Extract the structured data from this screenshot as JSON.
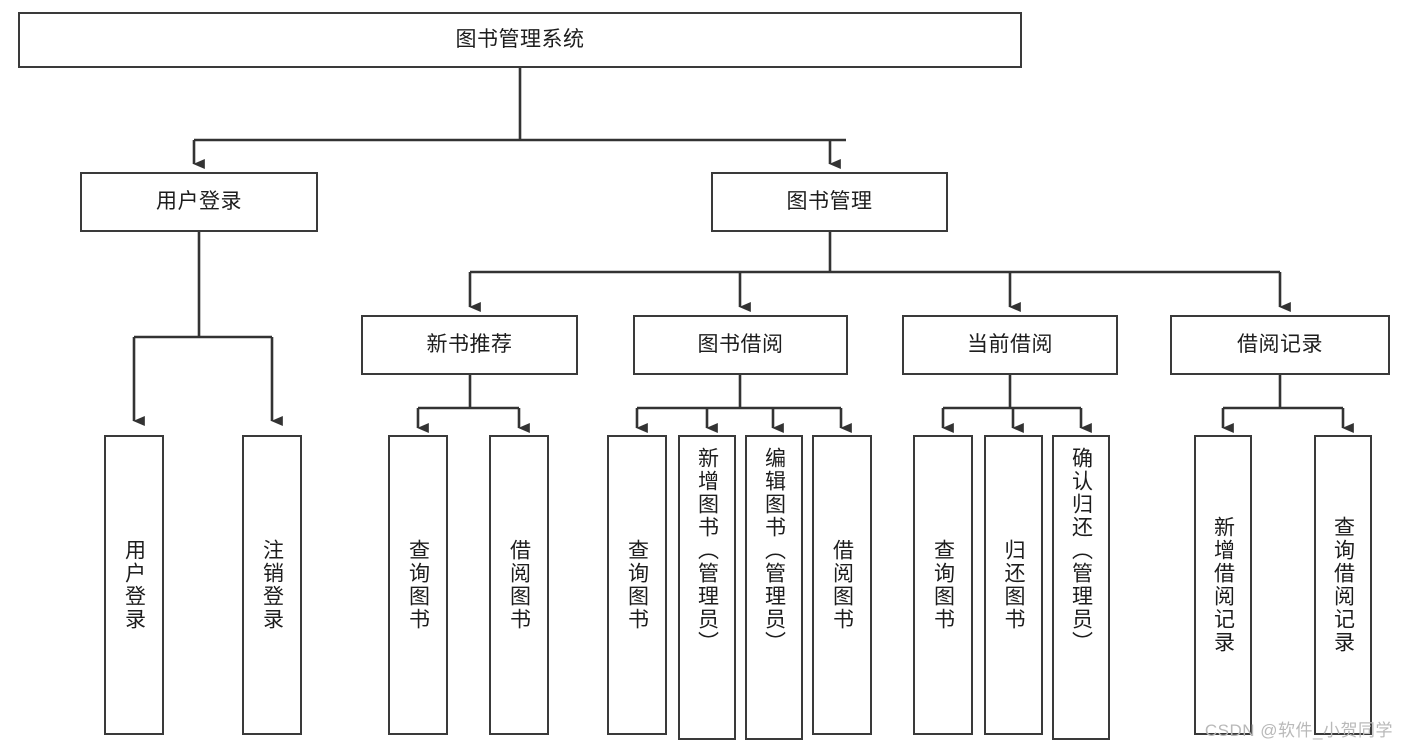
{
  "diagram": {
    "title": "图书管理系统",
    "type": "tree",
    "watermark": "CSDN @软件_小贺同学",
    "colors": {
      "border": "#3a3a3a",
      "text": "#1d1d1d",
      "background": "#ffffff",
      "edge": "#333333",
      "watermark": "#b9b9b9"
    },
    "nodes": {
      "root": {
        "label": "图书管理系统"
      },
      "level2": [
        {
          "id": "user-login",
          "label": "用户登录"
        },
        {
          "id": "book-manage",
          "label": "图书管理"
        }
      ],
      "level3": [
        {
          "id": "new-book-recommend",
          "label": "新书推荐"
        },
        {
          "id": "book-borrow",
          "label": "图书借阅"
        },
        {
          "id": "current-borrow",
          "label": "当前借阅"
        },
        {
          "id": "borrow-record",
          "label": "借阅记录"
        }
      ],
      "leaves": {
        "user_login": [
          {
            "id": "leaf-user-login",
            "label": "用户登录"
          },
          {
            "id": "leaf-logout-login",
            "label": "注销登录"
          }
        ],
        "new_book_recommend": [
          {
            "id": "leaf-query-book-1",
            "label": "查询图书"
          },
          {
            "id": "leaf-borrow-book-1",
            "label": "借阅图书"
          }
        ],
        "book_borrow": [
          {
            "id": "leaf-query-book-2",
            "label": "查询图书"
          },
          {
            "id": "leaf-add-book",
            "label": "新增图书（管理员）"
          },
          {
            "id": "leaf-edit-book",
            "label": "编辑图书（管理员）"
          },
          {
            "id": "leaf-borrow-book-2",
            "label": "借阅图书"
          }
        ],
        "current_borrow": [
          {
            "id": "leaf-query-book-3",
            "label": "查询图书"
          },
          {
            "id": "leaf-return-book",
            "label": "归还图书"
          },
          {
            "id": "leaf-confirm-return",
            "label": "确认归还（管理员）"
          }
        ],
        "borrow_record": [
          {
            "id": "leaf-add-borrow-record",
            "label": "新增借阅记录"
          },
          {
            "id": "leaf-query-borrow-record",
            "label": "查询借阅记录"
          }
        ]
      }
    }
  }
}
